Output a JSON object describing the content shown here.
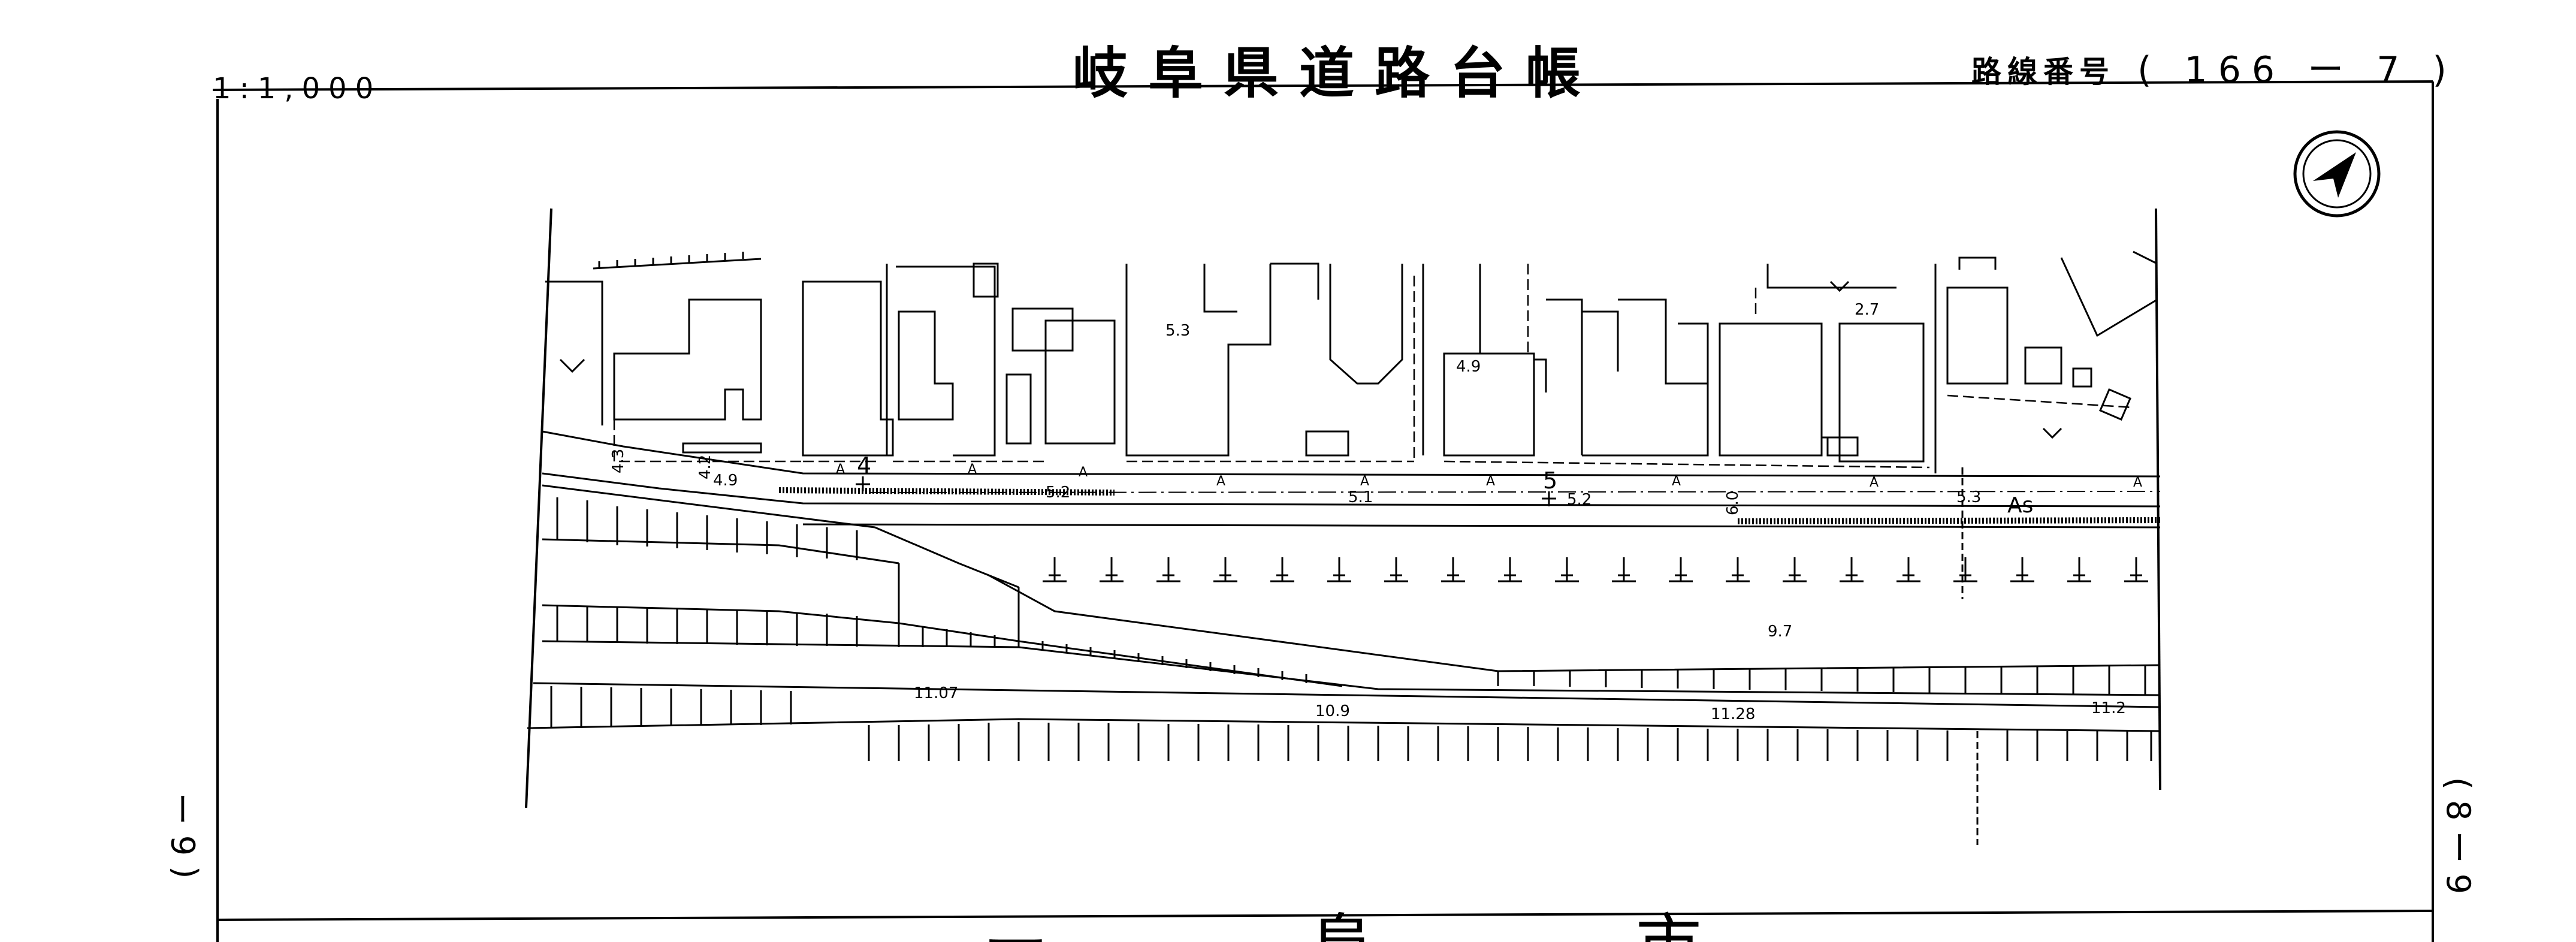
{
  "header": {
    "title": "岐阜県道路台帳",
    "scale": "1:1,000",
    "route_label": "路線番号",
    "route_number": "( 166 ー 7 )"
  },
  "sheet_links": {
    "left": "( 6 ー",
    "right": "( 8 ー 9"
  },
  "bottom_partial_text": "ー  阜  市",
  "map": {
    "north_arrow": "north-arrow-icon",
    "station_marks": [
      "4",
      "5"
    ],
    "spot_heights": [
      "5.3",
      "4.9",
      "2.7",
      "5.2",
      "5.1",
      "5.2",
      "5.3",
      "9.7",
      "11.07",
      "10.9",
      "11.28",
      "11.2",
      "4.3",
      "4.9"
    ],
    "width_labels": [
      "4.2",
      "6.0"
    ],
    "surface_label": "As",
    "area_label": "A"
  }
}
